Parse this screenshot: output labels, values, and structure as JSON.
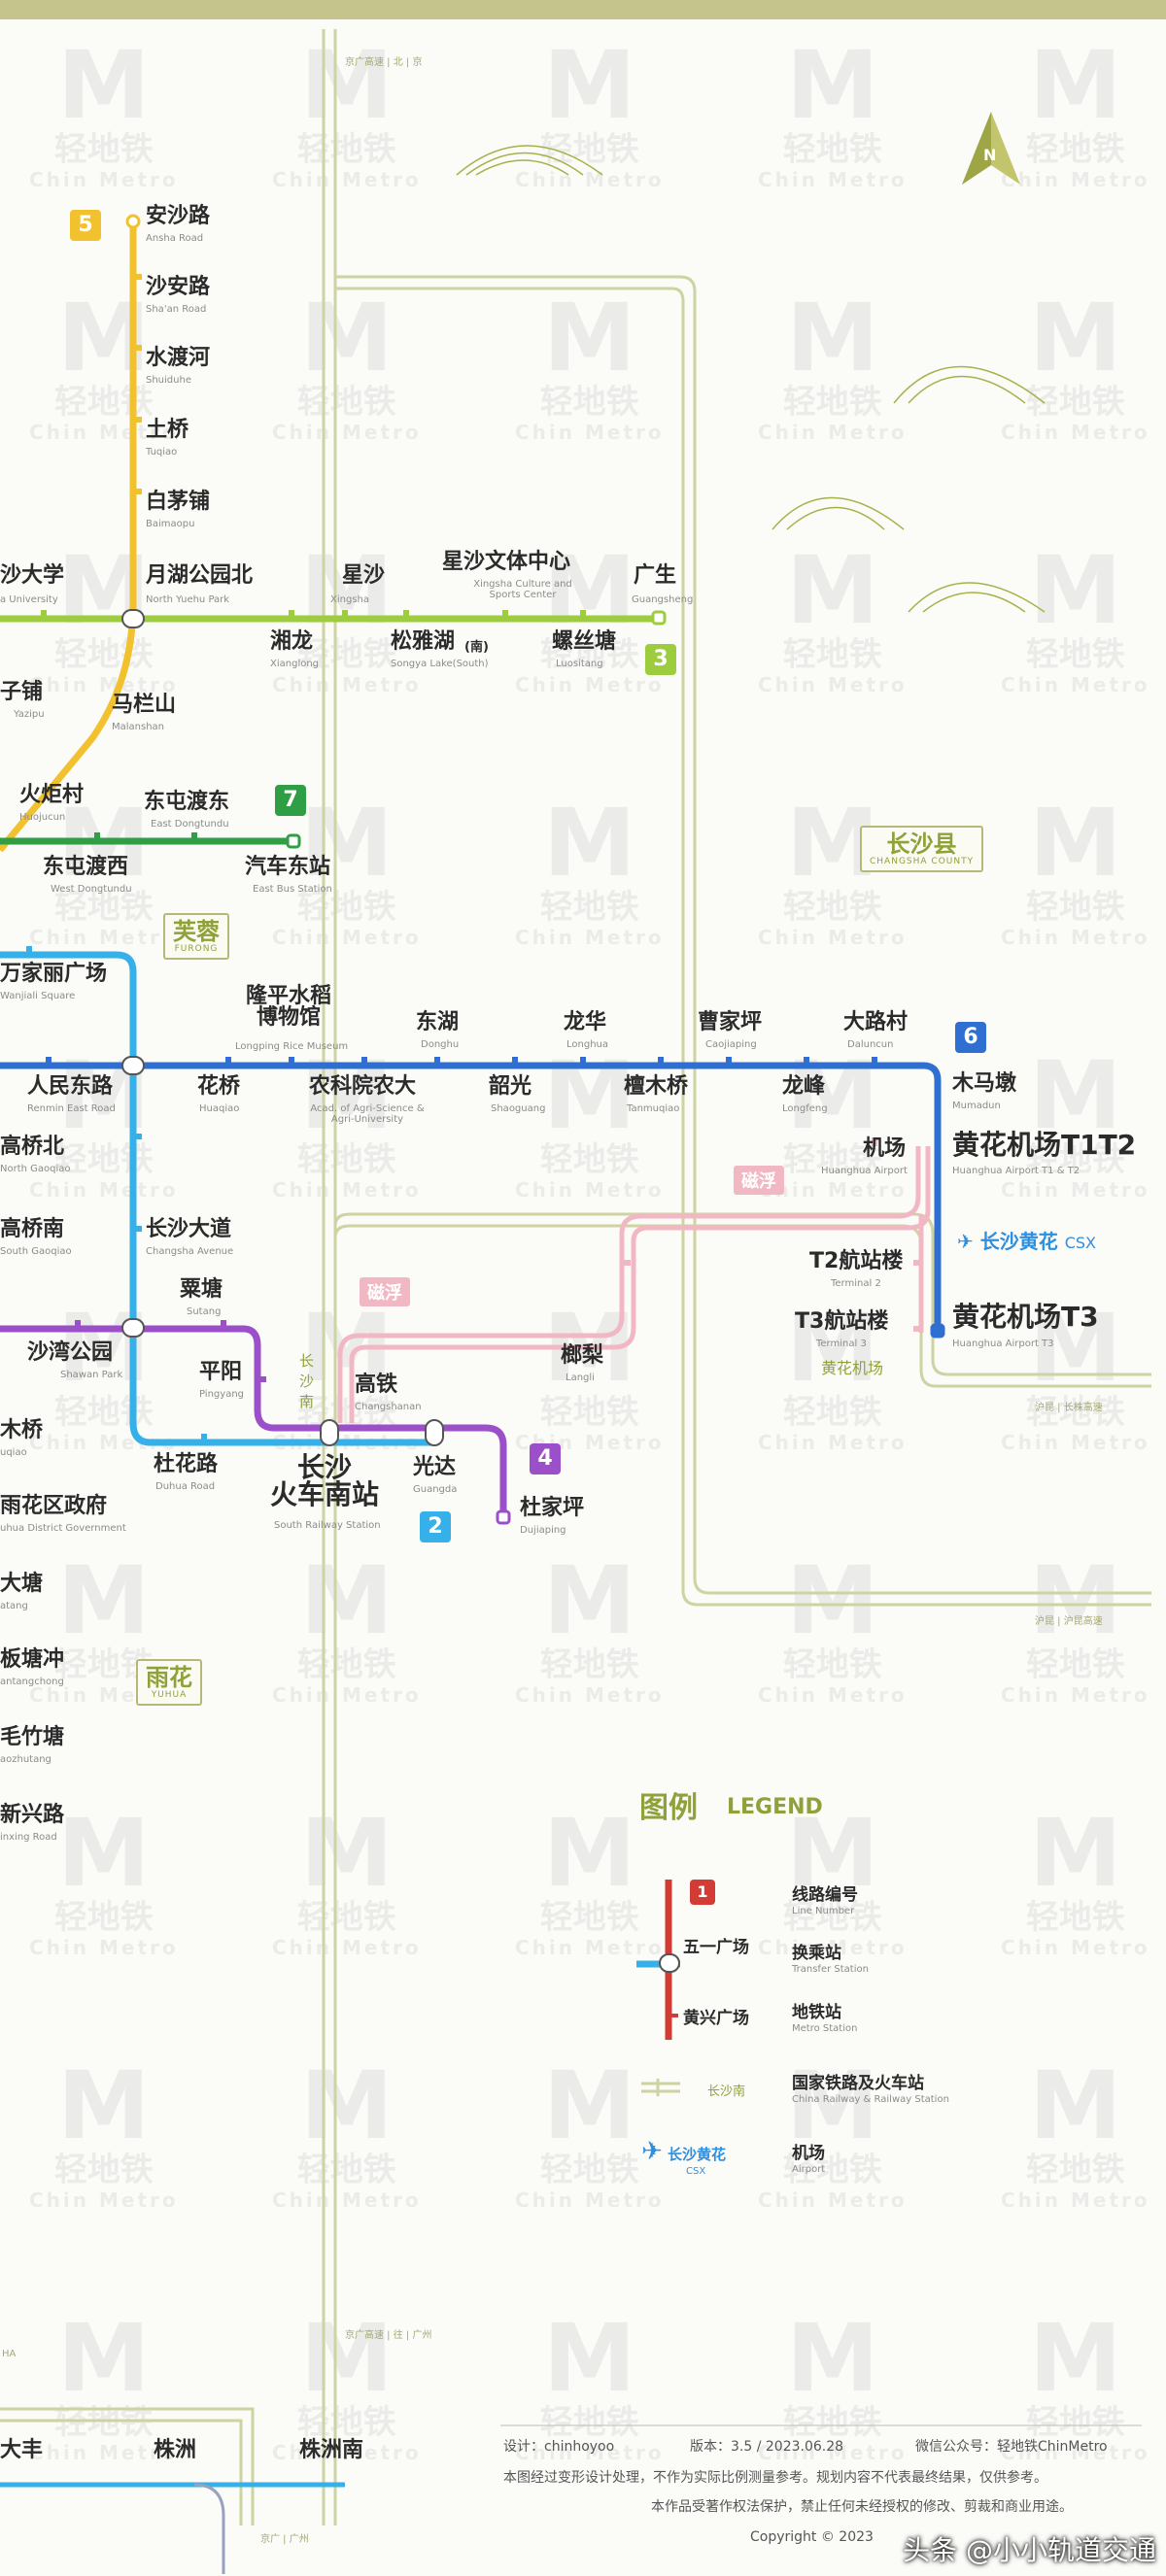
{
  "colors": {
    "line5": "#f2c12e",
    "line3": "#9dcd3e",
    "line7": "#2f9e44",
    "line2": "#35b0e8",
    "line6": "#2f6fd1",
    "line4": "#9b4fc9",
    "maglev": "#f1b8c3",
    "rail": "#cfd3a2",
    "line1": "#d33b35",
    "airport": "#2d8fe0"
  },
  "watermark": {
    "letter": "M",
    "cn": "轻地铁",
    "en": "Chin Metro"
  },
  "compass": "N",
  "lines": {
    "l5": "5",
    "l3": "3",
    "l7": "7",
    "l2": "2",
    "l6": "6",
    "l4": "4"
  },
  "districts": [
    {
      "cn": "芙蓉",
      "en": "FURONG"
    },
    {
      "cn": "长沙县",
      "en": "CHANGSHA COUNTY"
    },
    {
      "cn": "雨花",
      "en": "YUHUA"
    }
  ],
  "stations": {
    "anshalu": {
      "cn": "安沙路",
      "en": "Ansha Road"
    },
    "shaanlu": {
      "cn": "沙安路",
      "en": "Sha'an Road"
    },
    "shuiduhe": {
      "cn": "水渡河",
      "en": "Shuiduhe"
    },
    "tuqiao": {
      "cn": "土桥",
      "en": "Tuqiao"
    },
    "baimaopu": {
      "cn": "白茅铺",
      "en": "Baimaopu"
    },
    "yuehu": {
      "cn": "月湖公园北",
      "en": "North Yuehu Park"
    },
    "shadaxue": {
      "cn": "沙大学",
      "en": "a University"
    },
    "xingsha": {
      "cn": "星沙",
      "en": "Xingsha"
    },
    "wenti": {
      "cn": "星沙文体中心",
      "en": "Xingsha Culture and Sports Center"
    },
    "guangsheng": {
      "cn": "广生",
      "en": "Guangsheng"
    },
    "xianglong": {
      "cn": "湘龙",
      "en": "Xianglong"
    },
    "songya": {
      "cn": "松雅湖",
      "sub": "(南)",
      "en": "Songya Lake(South)"
    },
    "luosi": {
      "cn": "螺丝塘",
      "en": "Luositang"
    },
    "zipu": {
      "cn": "子铺",
      "en": "Yazipu"
    },
    "malanshan": {
      "cn": "马栏山",
      "en": "Malanshan"
    },
    "huoju": {
      "cn": "火炬村",
      "en": "Huojucun"
    },
    "dongtundudong": {
      "cn": "东屯渡东",
      "en": "East Dongtundu"
    },
    "dongtunduxi": {
      "cn": "东屯渡西",
      "en": "West Dongtundu"
    },
    "qichedong": {
      "cn": "汽车东站",
      "en": "East Bus Station"
    },
    "wanjiali": {
      "cn": "万家丽广场",
      "en": "Wanjiali Square"
    },
    "bowuguan": {
      "cn": "隆平水稻\n博物馆",
      "en": "Longping Rice Museum"
    },
    "donghu": {
      "cn": "东湖",
      "en": "Donghu"
    },
    "longhua": {
      "cn": "龙华",
      "en": "Longhua"
    },
    "caojiaping": {
      "cn": "曹家坪",
      "en": "Caojiaping"
    },
    "daluncun": {
      "cn": "大路村",
      "en": "Daluncun"
    },
    "renmindong": {
      "cn": "人民东路",
      "en": "Renmin East Road"
    },
    "huaqiao": {
      "cn": "花桥",
      "en": "Huaqiao"
    },
    "nongda": {
      "cn": "农科院农大",
      "en": "Acad. of Agri-Science & Agri-University"
    },
    "shaoguang": {
      "cn": "韶光",
      "en": "Shaoguang"
    },
    "tanmuqiao": {
      "cn": "檀木桥",
      "en": "Tanmuqiao"
    },
    "longfeng": {
      "cn": "龙峰",
      "en": "Longfeng"
    },
    "mumashu": {
      "cn": "木马墩",
      "en": "Mumadun"
    },
    "jichang": {
      "cn": "机场",
      "en": "Huanghua Airport"
    },
    "t1t2": {
      "cn": "黄花机场T1T2",
      "en": "Huanghua Airport T1 & T2"
    },
    "gaoqiaobei": {
      "cn": "高桥北",
      "en": "North Gaoqiao"
    },
    "gaoqiaonan": {
      "cn": "高桥南",
      "en": "South Gaoqiao"
    },
    "changshadadao": {
      "cn": "长沙大道",
      "en": "Changsha Avenue"
    },
    "sutang": {
      "cn": "粟塘",
      "en": "Sutang"
    },
    "t2hangzhan": {
      "cn": "T2航站楼",
      "en": "Terminal 2"
    },
    "t3hangzhan": {
      "cn": "T3航站楼",
      "en": "Terminal 3"
    },
    "t3": {
      "cn": "黄花机场T3",
      "en": "Huanghua Airport T3"
    },
    "shawan": {
      "cn": "沙湾公园",
      "en": "Shawan Park"
    },
    "pingyang": {
      "cn": "平阳",
      "en": "Pingyang"
    },
    "gaotie": {
      "cn": "高铁",
      "en": "Changshanan"
    },
    "langli": {
      "cn": "榔梨",
      "en": "Langli"
    },
    "muqiao": {
      "cn": "木桥",
      "en": "uqiao"
    },
    "duhua": {
      "cn": "杜花路",
      "en": "Duhua Road"
    },
    "changshanan": {
      "cn": "长沙\n火车南站",
      "en": "South Railway Station"
    },
    "guangda": {
      "cn": "光达",
      "en": "Guangda"
    },
    "dujiaping": {
      "cn": "杜家坪",
      "en": "Dujiaping"
    },
    "yuhuazf": {
      "cn": "雨花区政府",
      "en": "uhua District Government"
    },
    "datang": {
      "cn": "大塘",
      "en": "atang"
    },
    "bantang": {
      "cn": "板塘冲",
      "en": "antangchong"
    },
    "maozhu": {
      "cn": "毛竹塘",
      "en": "aozhutang"
    },
    "xinxing": {
      "cn": "新兴路",
      "en": "inxing Road"
    },
    "dafeng": {
      "cn": "大丰",
      "en": ""
    },
    "zhuzhou": {
      "cn": "株洲",
      "en": ""
    },
    "zhuzhounan": {
      "cn": "株洲南",
      "en": ""
    }
  },
  "airport": {
    "cn": "长沙黄花",
    "code": "CSX",
    "tag": "黄花机场"
  },
  "maglev_tags": [
    "磁浮",
    "磁浮"
  ],
  "rail_labels": {
    "top": "京广高速 | 北 | 京",
    "right1": "沪昆 | 长株高速",
    "right2": "沪昆 | 沪昆高速",
    "bottom": "京广高速 | 往 | 广州",
    "bottom2": "京广 | 广州",
    "changshanan_v": "长沙南",
    "ha": "HA"
  },
  "legend": {
    "title_cn": "图例",
    "title_en": "LEGEND",
    "line_number": {
      "num": "1",
      "cn": "线路编号",
      "en": "Line Number"
    },
    "transfer": {
      "station": "五一广场",
      "cn": "换乘站",
      "en": "Transfer Station"
    },
    "metro": {
      "station": "黄兴广场",
      "cn": "地铁站",
      "en": "Metro Station"
    },
    "railway": {
      "station": "长沙南",
      "cn": "国家铁路及火车站",
      "en": "China Railway & Railway Station"
    },
    "airport": {
      "station": "长沙黄花",
      "code": "CSX",
      "cn": "机场",
      "en": "Airport"
    }
  },
  "footer": {
    "designer_label": "设计：",
    "designer": "chinhoyoo",
    "version_label": "版本：",
    "version": "3.5 / 2023.06.28",
    "wechat_label": "微信公众号：",
    "wechat": "轻地铁ChinMetro",
    "note1": "本图经过变形设计处理，不作为实际比例测量参考。规划内容不代表最终结果，仅供参考。",
    "note2": "本作品受著作权法保护，禁止任何未经授权的修改、剪裁和商业用途。",
    "copyright": "Copyright © 2023"
  },
  "overlay": "头条 @小小轨道交通"
}
